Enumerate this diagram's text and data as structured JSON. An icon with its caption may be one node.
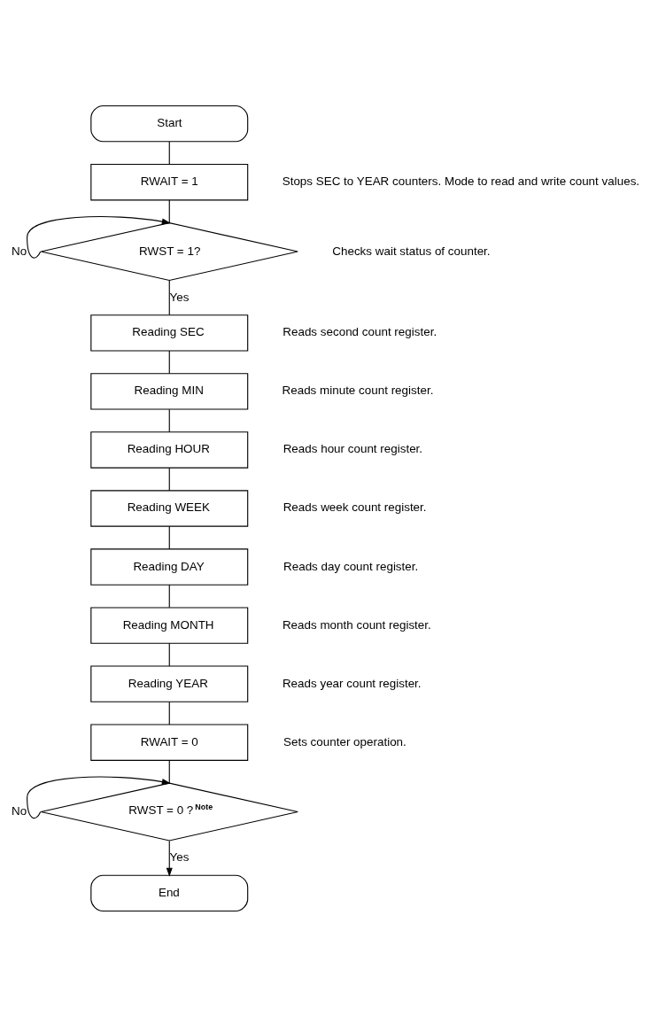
{
  "diagram": {
    "nodes": [
      {
        "text": [
          "Start"
        ]
      },
      {
        "text": [
          "RWAIT = 1"
        ],
        "beside": [
          "Stops SEC to YEAR counters. Mode to read and write count values."
        ]
      },
      {
        "text": [
          "RWST = 1?"
        ],
        "beside": [
          "Checks wait status of counter."
        ]
      },
      {
        "text": [
          "Reading SEC"
        ],
        "beside": [
          "Reads second count register."
        ]
      },
      {
        "text": [
          "Reading MIN"
        ],
        "beside": [
          "Reads minute count register."
        ]
      },
      {
        "text": [
          "Reading HOUR"
        ],
        "beside": [
          "Reads hour count register."
        ]
      },
      {
        "text": [
          "Reading WEEK"
        ],
        "beside": [
          "Reads week count register."
        ]
      },
      {
        "text": [
          "Reading DAY"
        ],
        "beside": [
          "Reads day count register."
        ]
      },
      {
        "text": [
          "Reading MONTH"
        ],
        "beside": [
          "Reads month count register."
        ]
      },
      {
        "text": [
          "Reading YEAR"
        ],
        "beside": [
          "Reads year count register."
        ]
      },
      {
        "text": [
          "RWAIT = 0"
        ],
        "beside": [
          "Sets counter operation."
        ]
      },
      {
        "text": [
          "RWST = 0 ?",
          "Note"
        ]
      },
      {
        "text": [
          "End"
        ]
      }
    ],
    "edges": [
      {
        "from": 0,
        "to": 1,
        "arrow": "none"
      },
      {
        "from": 1,
        "to": 2,
        "arrow": "none"
      },
      {
        "from": 2,
        "to": 2,
        "label": "No",
        "arrow": "to"
      },
      {
        "from": 2,
        "to": 3,
        "label": "Yes",
        "arrow": "none"
      },
      {
        "from": 3,
        "to": 4,
        "arrow": "none"
      },
      {
        "from": 4,
        "to": 5,
        "arrow": "none"
      },
      {
        "from": 5,
        "to": 6,
        "arrow": "none"
      },
      {
        "from": 6,
        "to": 7,
        "arrow": "none"
      },
      {
        "from": 7,
        "to": 8,
        "arrow": "none"
      },
      {
        "from": 8,
        "to": 9,
        "arrow": "none"
      },
      {
        "from": 9,
        "to": 10,
        "arrow": "none"
      },
      {
        "from": 10,
        "to": 11,
        "arrow": "none"
      },
      {
        "from": 11,
        "to": 11,
        "label": "No",
        "arrow": "to"
      },
      {
        "from": 11,
        "to": 12,
        "label": "Yes",
        "arrow": "to"
      }
    ]
  }
}
